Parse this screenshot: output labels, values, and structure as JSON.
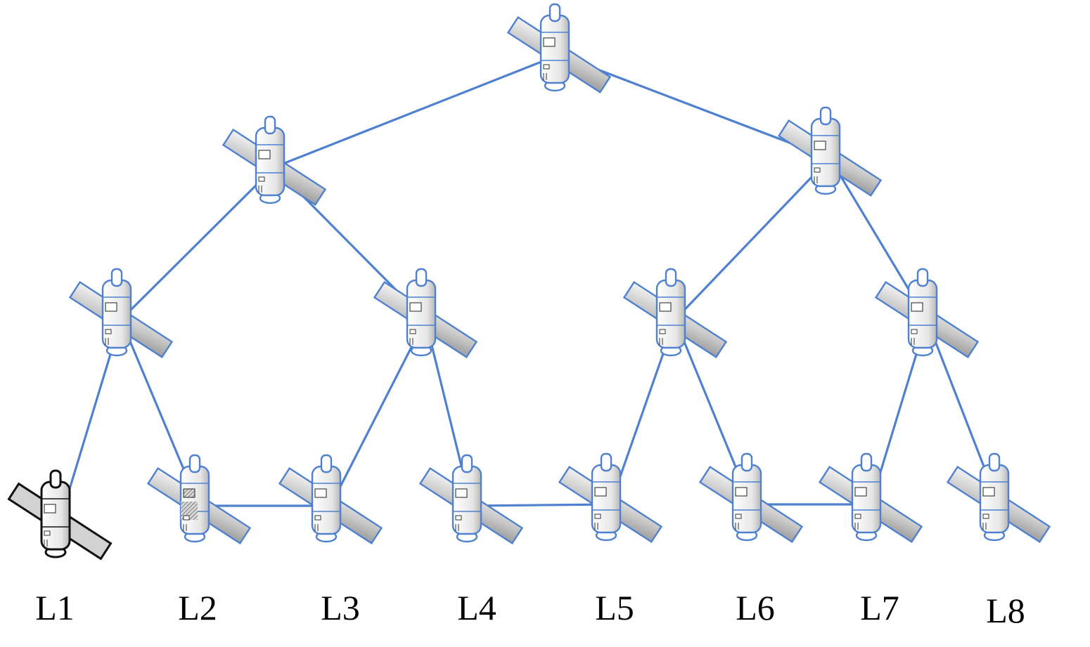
{
  "diagram": {
    "link_color": "#4f81d0",
    "nodes": [
      {
        "id": "root"
      },
      {
        "id": "n-left"
      },
      {
        "id": "n-right"
      },
      {
        "id": "n-ll"
      },
      {
        "id": "n-lr"
      },
      {
        "id": "n-rl"
      },
      {
        "id": "n-rr"
      },
      {
        "id": "L1",
        "label": "L1",
        "highlighted": true
      },
      {
        "id": "L2",
        "label": "L2",
        "hatched": true
      },
      {
        "id": "L3",
        "label": "L3"
      },
      {
        "id": "L4",
        "label": "L4"
      },
      {
        "id": "L5",
        "label": "L5"
      },
      {
        "id": "L6",
        "label": "L6"
      },
      {
        "id": "L7",
        "label": "L7"
      },
      {
        "id": "L8",
        "label": "L8"
      }
    ],
    "links": [
      [
        "root",
        "n-left"
      ],
      [
        "root",
        "n-right"
      ],
      [
        "n-left",
        "n-ll"
      ],
      [
        "n-left",
        "n-lr"
      ],
      [
        "n-right",
        "n-rl"
      ],
      [
        "n-right",
        "n-rr"
      ],
      [
        "n-ll",
        "L1"
      ],
      [
        "n-ll",
        "L2"
      ],
      [
        "n-lr",
        "L3"
      ],
      [
        "n-lr",
        "L4"
      ],
      [
        "n-rl",
        "L5"
      ],
      [
        "n-rl",
        "L6"
      ],
      [
        "n-rr",
        "L7"
      ],
      [
        "n-rr",
        "L8"
      ],
      [
        "L2",
        "L3"
      ],
      [
        "L4",
        "L5"
      ],
      [
        "L6",
        "L7"
      ]
    ]
  }
}
